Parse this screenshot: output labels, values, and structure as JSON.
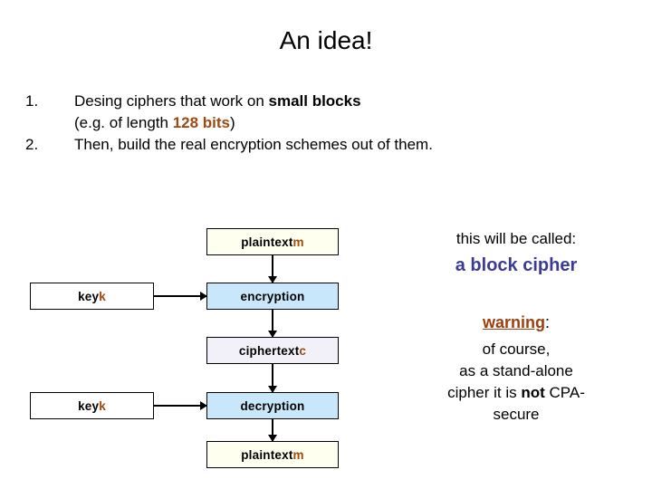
{
  "slide": {
    "title": "An idea!"
  },
  "bullets": [
    {
      "number": "1.",
      "parts": [
        {
          "text": "Desing ciphers that work on ",
          "style": "normal"
        },
        {
          "text": "small blocks",
          "style": "bold"
        },
        {
          "text": "\n(e.g. of length ",
          "style": "normal"
        },
        {
          "text": "128 bits",
          "style": "brown-bold"
        },
        {
          "text": ")",
          "style": "normal"
        }
      ],
      "line1_pre": "Desing ciphers that work on ",
      "line1_bold": "small blocks",
      "line2_pre": "(e.g. of length ",
      "line2_brown": "128 bits",
      "line2_post": ")"
    },
    {
      "number": "2.",
      "line1": "Then, build the real encryption schemes out of them."
    }
  ],
  "diagram": {
    "nodes": [
      {
        "id": "plaintext-top",
        "label": "plaintext ",
        "var": "m",
        "kind": "plain"
      },
      {
        "id": "key-top",
        "label": "key ",
        "var": "k",
        "kind": "key"
      },
      {
        "id": "encryption",
        "label": "encryption",
        "var": "",
        "kind": "proc"
      },
      {
        "id": "ciphertext",
        "label": "ciphertext ",
        "var": "c",
        "kind": "cipher"
      },
      {
        "id": "key-bottom",
        "label": "key ",
        "var": "k",
        "kind": "key"
      },
      {
        "id": "decryption",
        "label": "decryption",
        "var": "",
        "kind": "proc"
      },
      {
        "id": "plaintext-bottom",
        "label": "plaintext ",
        "var": "m",
        "kind": "plain"
      }
    ]
  },
  "notes": {
    "called": "this will be called:",
    "block_cipher": "a block cipher",
    "warning_label": "warning",
    "warning_colon": ":",
    "body_line1": "of course,",
    "body_line2": "as a stand-alone",
    "body_line3_pre": "cipher it is ",
    "body_line3_bold": "not",
    "body_line3_post": " CPA-",
    "body_line4": "secure"
  },
  "colors": {
    "accent_brown": "#9c4a12",
    "warning_brown": "#9c3f0c",
    "block_cipher_blue": "#3b3b96",
    "proc_fill": "#c9e7fb",
    "plain_fill": "#fffff0",
    "cipher_fill": "#f2f1fa"
  }
}
